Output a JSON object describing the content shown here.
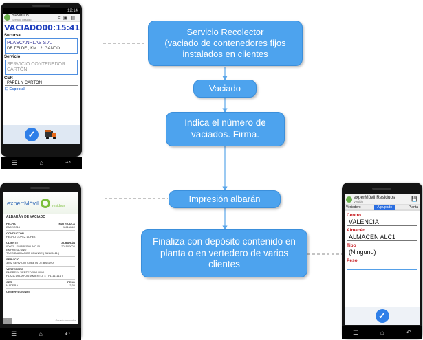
{
  "flow": {
    "step1": "Servicio Recolector\n(vaciado de contenedores fijos\ninstalados en clientes",
    "step2": "Vaciado",
    "step3": "Indica el número de\nvaciados. Firma.",
    "step4": "Impresión albarán",
    "step5": "Finaliza con depósito contenido en\nplanta o en vertedero de varios\nclientes"
  },
  "colors": {
    "box": "#4da3ee",
    "connector": "#5aa6ea",
    "dashed": "#8a8a8a"
  },
  "phone1": {
    "status_time": "12:14",
    "app_title": "Residuos",
    "app_subtitle": "Servicio pesado",
    "mode": "VACIADO",
    "timer": "00:15:41",
    "sucursal_label": "Sucursal",
    "sucursal_line1": "PLASCANPLAS S.A.",
    "sucursal_line2": "DE TELDE , KM.12.  GANDO",
    "servicio_label": "Servicio",
    "servicio_value": "SERVICIO CONTENEDOR CARTÓN",
    "cer_label": "CER",
    "cer_value": "PAPEL Y CARTON",
    "especial_label": "Especial",
    "icons": [
      "share-icon",
      "copy-icon",
      "document-icon",
      "check-icon",
      "truck-icon"
    ]
  },
  "phone2": {
    "brand": "expertMóvil",
    "brand_suffix": "residuos",
    "doc_title": "ALBARÁN DE VACIADO",
    "fecha_label": "FECHA",
    "fecha_value": "23/02/2015",
    "matricula_label": "MATRICULA",
    "matricula_value": "1111 ABC",
    "conductor_label": "CONDUCTOR",
    "conductor_value": "PEDRO LOPEZ LOPEZ",
    "cliente_label": "CLIENTE",
    "cliente_value": "00602 - EMPRESA UNO SL",
    "cliente_line2": "EMPRESA UNO",
    "cliente_line3": "TACO BARRANCO GRANDE ( B11111111 )",
    "albaran_label": "ALBARÁN",
    "albaran_value": "201100006",
    "servicio_label": "SERVICIO",
    "servicio_value": "3392 SERVICIO CUBETA DE BASURA",
    "vertedero_label": "VERTEDERO",
    "vertedero_value": "EMPRESA VERTEDERO UNO",
    "vertedero_line2": "PLAZA DEL AYUNTAMIENTO, 4 ( F11111111 )",
    "cer_label": "CER",
    "cer_value": "MADERA",
    "peso_label": "PESO",
    "peso_value": "2,30",
    "obs_label": "OBSERVACIONES",
    "footer": "Gerardo Innovador"
  },
  "phone3": {
    "app_title": "experMóvil Residuos",
    "app_subtitle": "Vertido",
    "tabs": [
      "Vertedero",
      "Agrupado",
      "Planta"
    ],
    "centro_label": "Centro",
    "centro_value": "VALENCIA",
    "almacen_label": "Almacén",
    "almacen_value": "ALMACÉN ALC1",
    "tipo_label": "Tipo",
    "tipo_value": "(Ninguno)",
    "peso_label": "Peso",
    "peso_value": ""
  }
}
